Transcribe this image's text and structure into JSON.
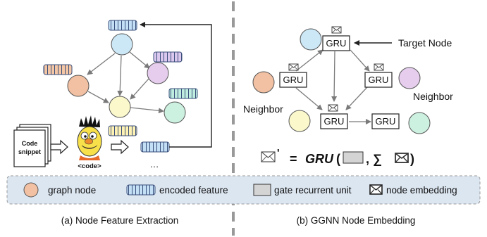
{
  "left": {
    "code_doc_label_line1": "Code",
    "code_doc_label_line2": "snippet",
    "mascot_label": "<code>",
    "ellipsis": "…",
    "caption": "(a) Node Feature Extraction"
  },
  "right": {
    "gru_label": "GRU",
    "target_node_label": "Target Node",
    "neighbor_left_label": "Neighbor",
    "neighbor_right_label": "Neighbor",
    "formula": {
      "prime": "'",
      "equals": "=",
      "gru_italic": "GRU",
      "open_paren": "(",
      "comma_sum": ", ∑",
      "close_paren": ")"
    },
    "caption": "(b) GGNN Node Embedding"
  },
  "legend": {
    "graph_node": "graph node",
    "encoded_feature": "encoded feature",
    "gate_recurrent_unit": "gate recurrent unit",
    "node_embedding": "node embedding"
  },
  "colors": {
    "node_orange": "#f2c0a2",
    "node_blue": "#cce8f7",
    "node_purple": "#e6cdee",
    "node_yellow": "#fbf9cc",
    "node_green": "#cdf1e1",
    "feat_blue": "#c3dff6",
    "feat_purple": "#dac8ee",
    "feat_orange": "#f3c6a6",
    "feat_green": "#bfeee0",
    "feat_yellow": "#fdf2b4",
    "gru_gray": "#d4d4d4",
    "legend_bg": "#dce6f1",
    "divider": "#999999"
  }
}
